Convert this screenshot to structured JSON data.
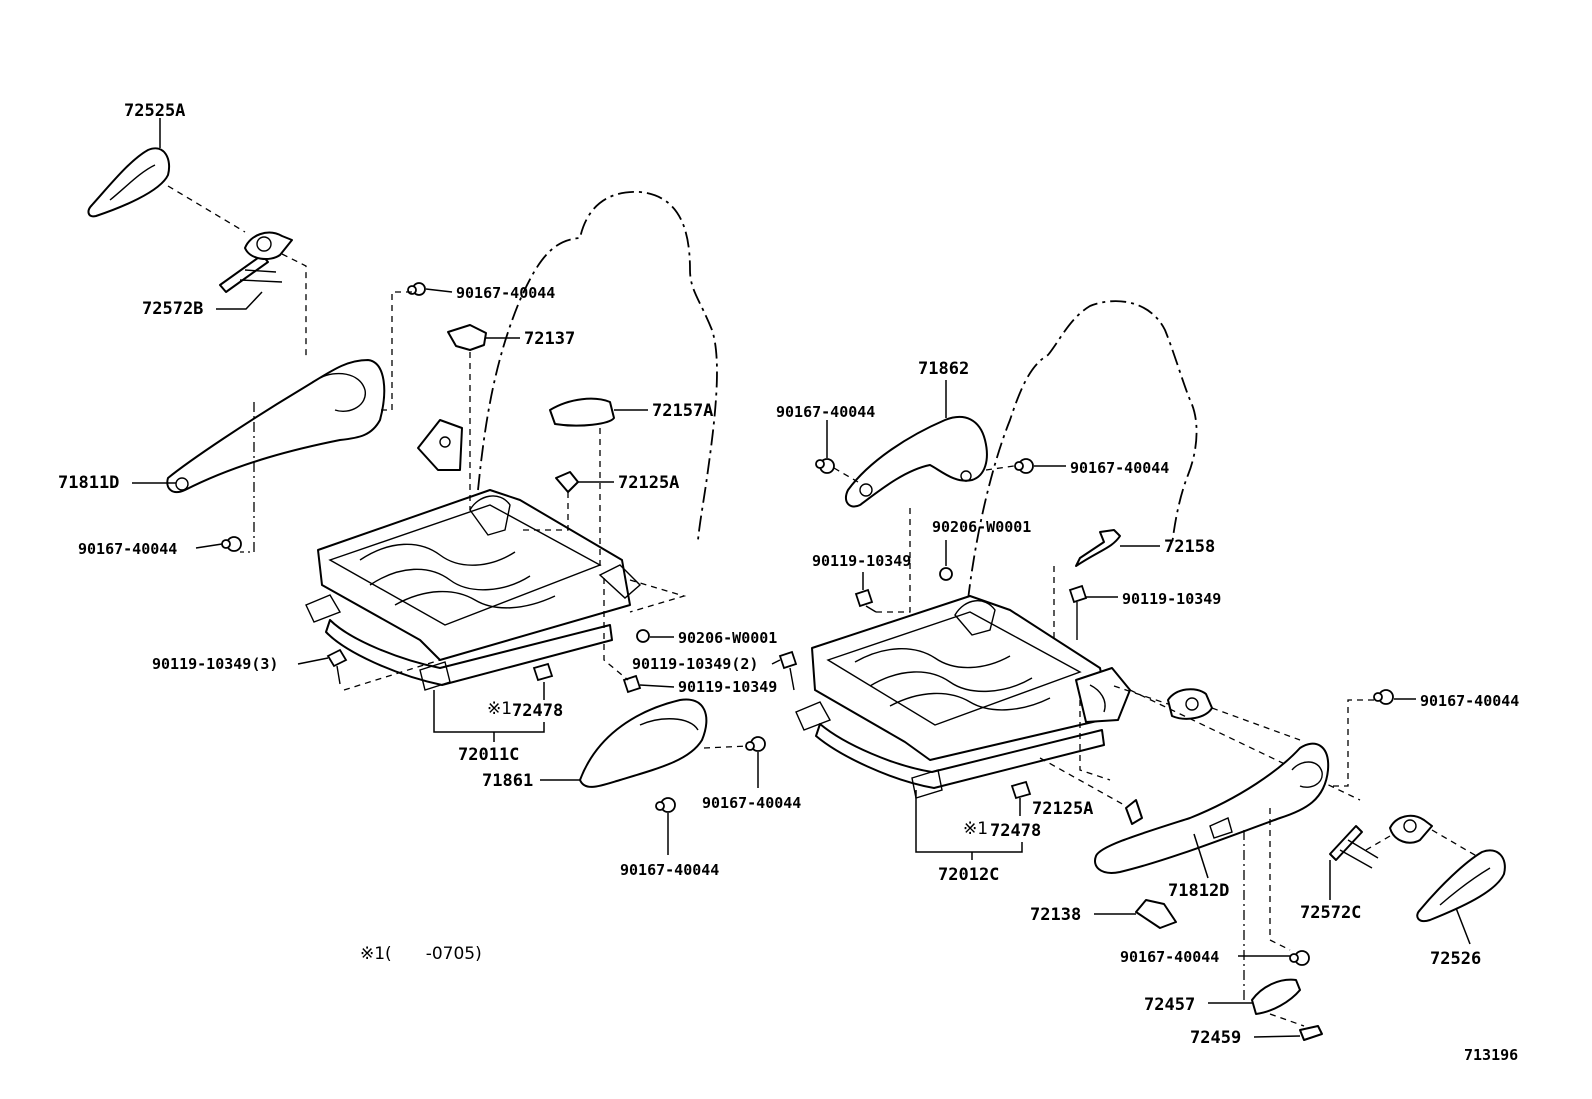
{
  "diagram": {
    "labels": {
      "p72525A": "72525A",
      "p72572B": "72572B",
      "p90167_a": "90167-40044",
      "p72137": "72137",
      "p72157A": "72157A",
      "p71811D": "71811D",
      "p72125A_a": "72125A",
      "p90167_b": "90167-40044",
      "p90206_a": "90206-W0001",
      "p90119_3": "90119-10349(3)",
      "p90119_2": "90119-10349(2)",
      "p90119_a": "90119-10349",
      "p72478_a": "72478",
      "p72011C": "72011C",
      "p71861": "71861",
      "p90167_c": "90167-40044",
      "p90167_d": "90167-40044",
      "p71862": "71862",
      "p90167_e": "90167-40044",
      "p90167_f": "90167-40044",
      "p90206_b": "90206-W0001",
      "p90119_b": "90119-10349",
      "p72158": "72158",
      "p90119_c": "90119-10349",
      "p90167_g": "90167-40044",
      "p72125A_b": "72125A",
      "p72478_b": "72478",
      "p72012C": "72012C",
      "p71812D": "71812D",
      "p72572C": "72572C",
      "p72138": "72138",
      "p72526": "72526",
      "p90167_h": "90167-40044",
      "p72457": "72457",
      "p72459": "72459"
    },
    "mark": "※1",
    "note": "※1(　　-0705)",
    "figure_number": "713196"
  }
}
